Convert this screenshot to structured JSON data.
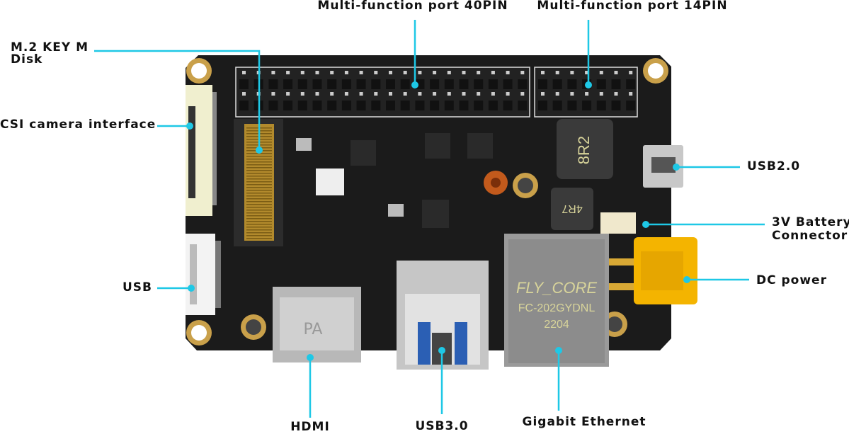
{
  "labels": {
    "port40": "Multi-function port 40PIN",
    "port14": "Multi-function port 14PIN",
    "m2_line1": "M.2 KEY M",
    "m2_line2": "Disk",
    "csi": "CSI camera interface",
    "usb": "USB",
    "usb2": "USB2.0",
    "battery_line1": "3V Battery",
    "battery_line2": "Connector",
    "dc": "DC power",
    "hdmi": "HDMI",
    "usb3": "USB3.0",
    "ethernet": "Gigabit Ethernet"
  },
  "board_markings": {
    "ethernet_brand": "FLY_CORE",
    "ethernet_model": "FC-202GYDNL",
    "ethernet_code": "2204",
    "inductor_1": "8R2",
    "inductor_2": "4R7",
    "hdmi_mark": "PA"
  },
  "colors": {
    "callout": "#1ec8e6",
    "board": "#1b1b1b",
    "gold": "#c9a04a"
  }
}
